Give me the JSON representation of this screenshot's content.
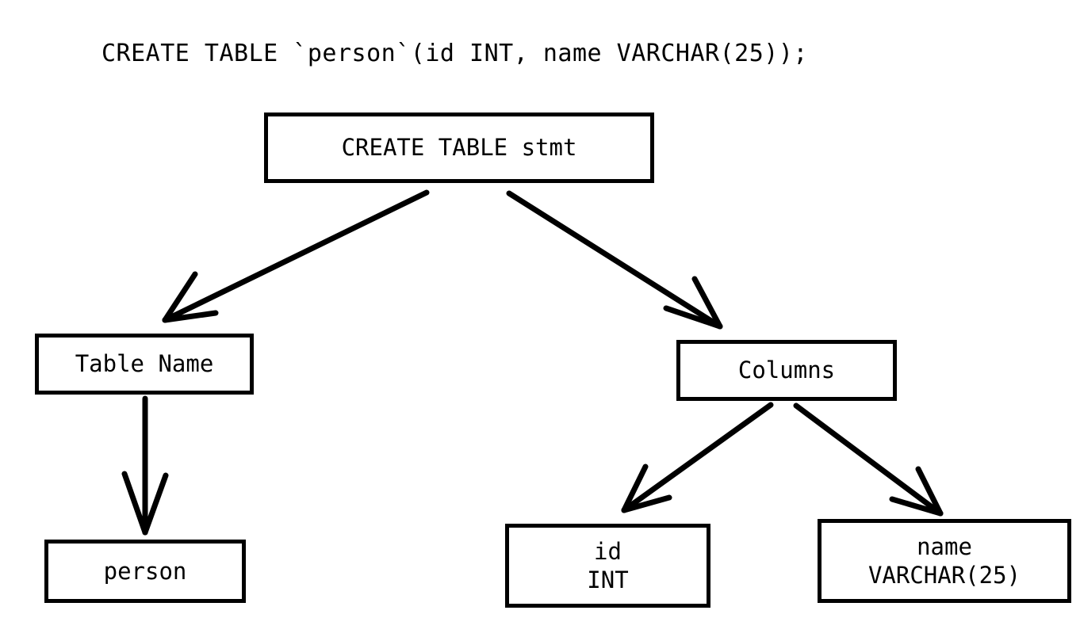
{
  "caption": {
    "sql": "CREATE TABLE `person`(id INT, name VARCHAR(25));"
  },
  "colors": {
    "background": "#ffffff",
    "stroke": "#000000",
    "text": "#000000"
  },
  "diagram": {
    "type": "parse-tree",
    "nodes": [
      {
        "id": "root",
        "label": "CREATE TABLE stmt",
        "line2": ""
      },
      {
        "id": "tablename",
        "label": "Table Name",
        "line2": ""
      },
      {
        "id": "columns",
        "label": "Columns",
        "line2": ""
      },
      {
        "id": "person",
        "label": "person",
        "line2": ""
      },
      {
        "id": "col_id",
        "label": "id",
        "line2": "INT"
      },
      {
        "id": "col_name",
        "label": "name",
        "line2": "VARCHAR(25)"
      }
    ],
    "edges": [
      {
        "from": "root",
        "to": "tablename",
        "arrow": "open-v"
      },
      {
        "from": "root",
        "to": "columns",
        "arrow": "open-v"
      },
      {
        "from": "tablename",
        "to": "person",
        "arrow": "open-v"
      },
      {
        "from": "columns",
        "to": "col_id",
        "arrow": "open-v"
      },
      {
        "from": "columns",
        "to": "col_name",
        "arrow": "open-v"
      }
    ]
  }
}
